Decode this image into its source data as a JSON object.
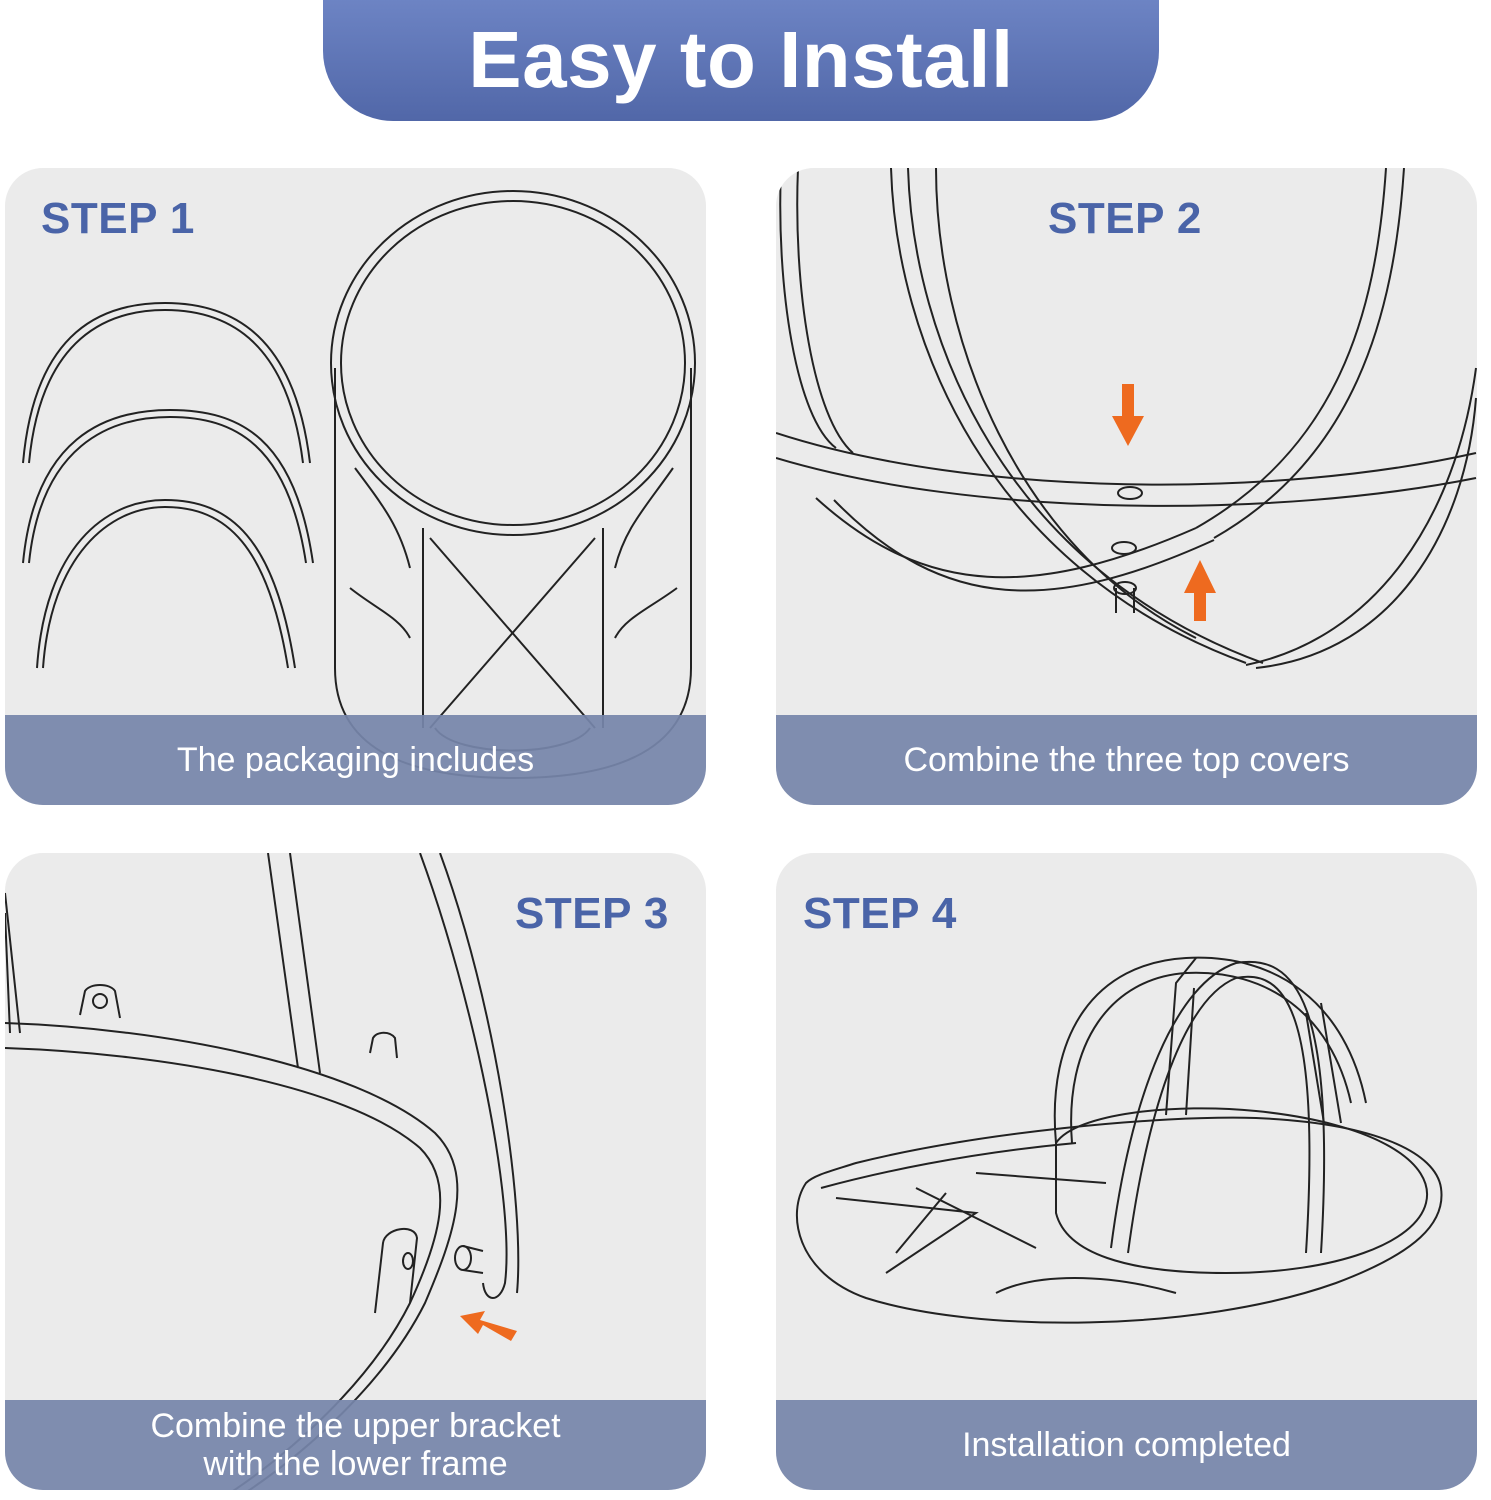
{
  "header": {
    "title": "Easy to Install"
  },
  "steps": [
    {
      "label": "STEP 1",
      "caption": "The packaging includes"
    },
    {
      "label": "STEP 2",
      "caption": "Combine the three top covers"
    },
    {
      "label": "STEP 3",
      "caption_line1": "Combine the upper bracket",
      "caption_line2": "with the lower frame"
    },
    {
      "label": "STEP 4",
      "caption": "Installation completed"
    }
  ],
  "colors": {
    "banner": "#5a70b2",
    "step_text": "#4a64a8",
    "card_bg": "#ebebeb",
    "caption_bar": "#7685aa",
    "arrow": "#ee6a1f"
  }
}
